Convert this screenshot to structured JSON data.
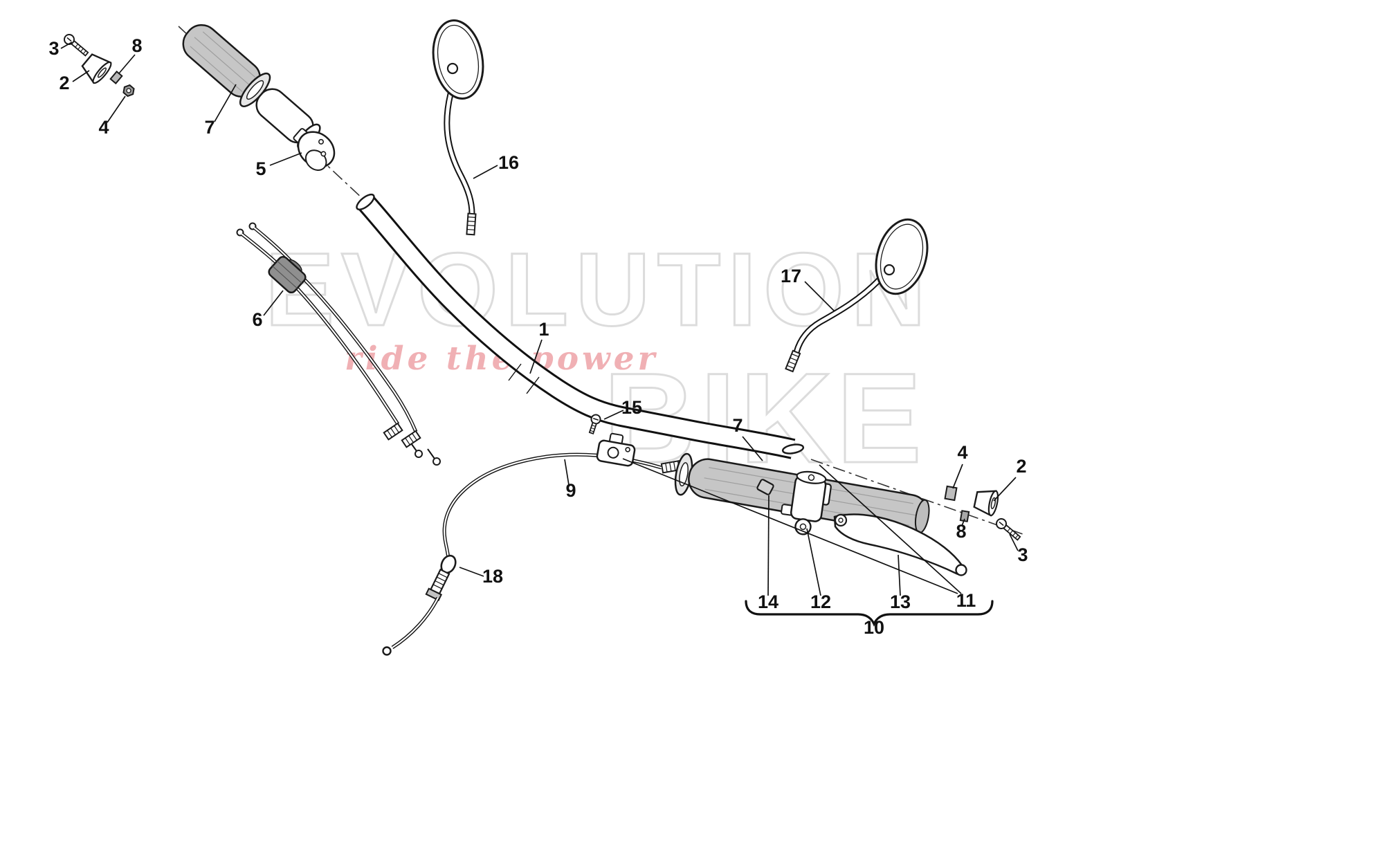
{
  "diagram": {
    "watermark": {
      "brand_top": "EVOLUTION",
      "brand_bottom": "BIKE",
      "tagline": "ride the power"
    },
    "colors": {
      "watermark_outline": "#dcdcdc",
      "tagline": "#f0b0b4",
      "grip_fill": "#c6c6c6",
      "junction_fill": "#8f8f8f",
      "line": "#1a1a1a",
      "background": "#ffffff"
    },
    "labels": [
      {
        "text": "3"
      },
      {
        "text": "8"
      },
      {
        "text": "2"
      },
      {
        "text": "4"
      },
      {
        "text": "7"
      },
      {
        "text": "5"
      },
      {
        "text": "16"
      },
      {
        "text": "6"
      },
      {
        "text": "1"
      },
      {
        "text": "17"
      },
      {
        "text": "15"
      },
      {
        "text": "7"
      },
      {
        "text": "4"
      },
      {
        "text": "2"
      },
      {
        "text": "8"
      },
      {
        "text": "3"
      },
      {
        "text": "9"
      },
      {
        "text": "18"
      },
      {
        "text": "14"
      },
      {
        "text": "12"
      },
      {
        "text": "13"
      },
      {
        "text": "11"
      },
      {
        "text": "10"
      }
    ]
  }
}
